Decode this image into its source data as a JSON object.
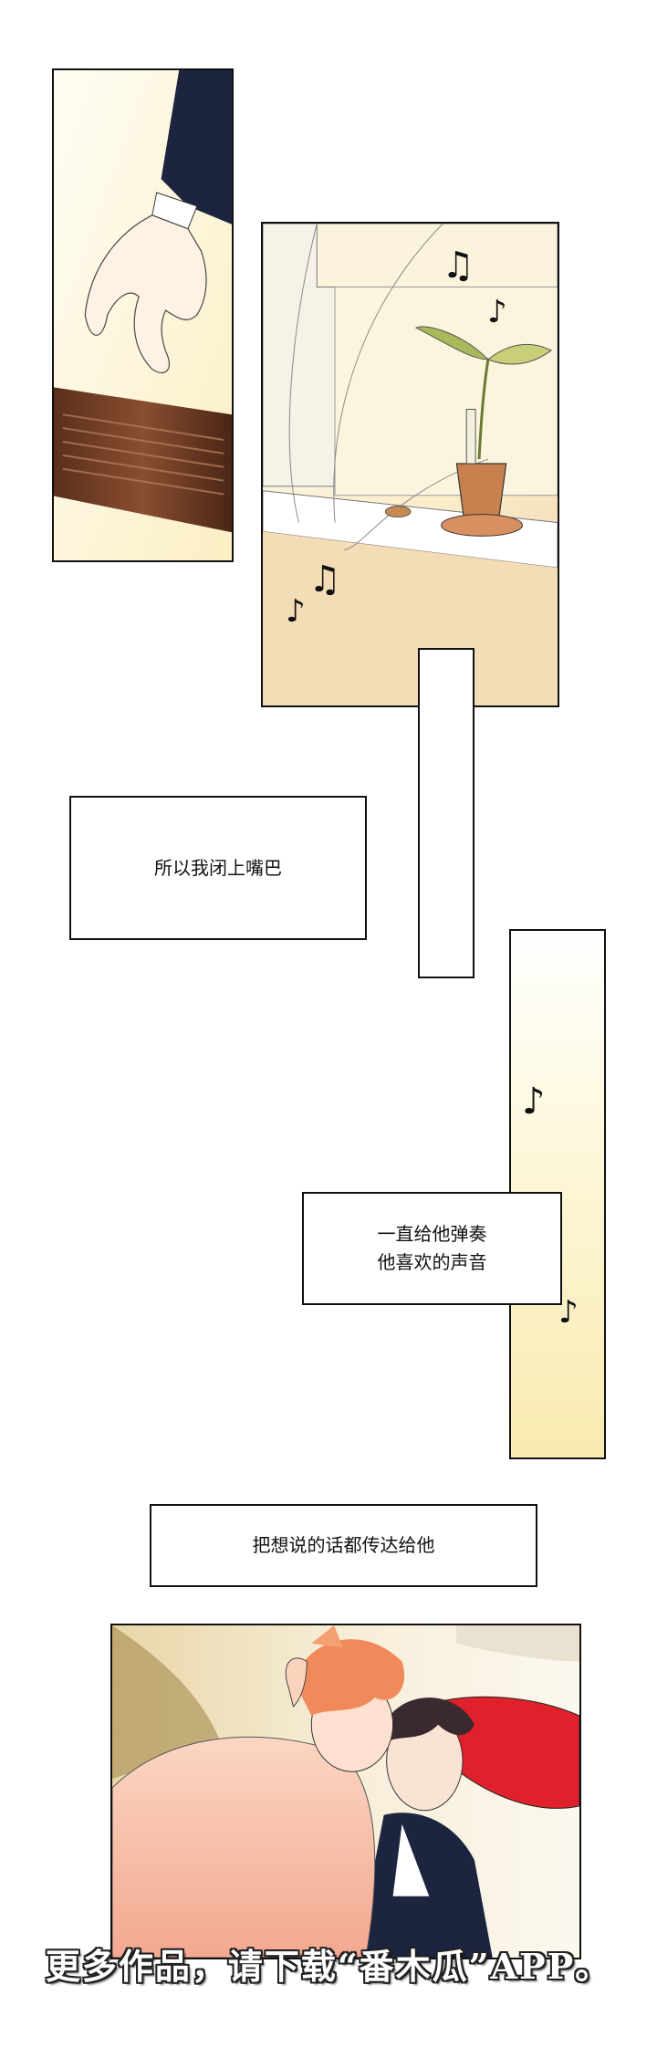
{
  "panels": {
    "hand_piano": {
      "icon": "hand-on-piano-illustration"
    },
    "window_plant": {
      "icon": "window-sill-plant-illustration"
    },
    "narrow_white": {
      "icon": "blank-panel"
    },
    "yellow_notes": {
      "icon": "music-notes-panel"
    },
    "kiss_scene": {
      "icon": "kiss-scene-illustration"
    }
  },
  "captions": {
    "caption_1": "所以我闭上嘴巴",
    "caption_2_line1": "一直给他弹奏",
    "caption_2_line2": "他喜欢的声音",
    "caption_3": "把想说的话都传达给他"
  },
  "watermark": "更多作品，请下载“番木瓜”APP。",
  "colors": {
    "warm_yellow": "#fbf3c9",
    "wood_brown": "#6b3a24",
    "hair_orange": "#f08a5a",
    "pillow_red": "#e0202a",
    "suit_dark": "#1c2440"
  }
}
